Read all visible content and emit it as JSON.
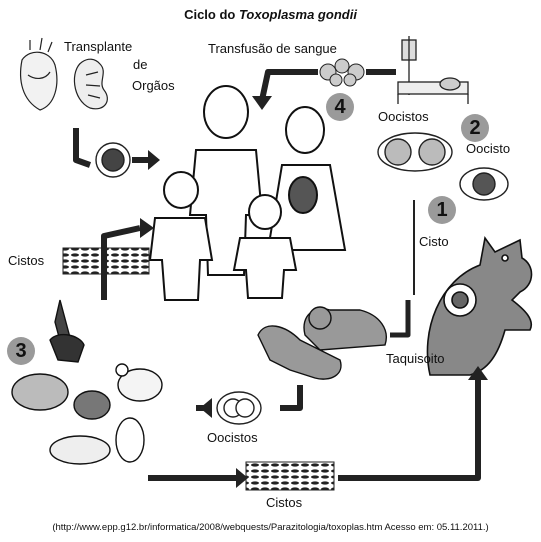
{
  "title_plain": "Ciclo do ",
  "title_italic": "Toxoplasma gondii",
  "labels": {
    "transplante": "Transplante",
    "de": "de",
    "orgaos": "Orgãos",
    "transfusao": "Transfusão de sangue",
    "oocistos_top": "Oocistos",
    "oocisto": "Oocisto",
    "cisto": "Cisto",
    "cistos_left": "Cistos",
    "taquisoito": "Taquisoito",
    "oocistos_bottom": "Oocistos",
    "cistos_bottom": "Cistos"
  },
  "steps": [
    "1",
    "2",
    "3",
    "4"
  ],
  "citation": "(http://www.epp.g12.br/informatica/2008/webquests/Parazitologia/toxoplas.htm Acesso em: 05.11.2011.)",
  "colors": {
    "badge": "#9a9a9a",
    "arrow": "#222222",
    "ink": "#111111"
  }
}
